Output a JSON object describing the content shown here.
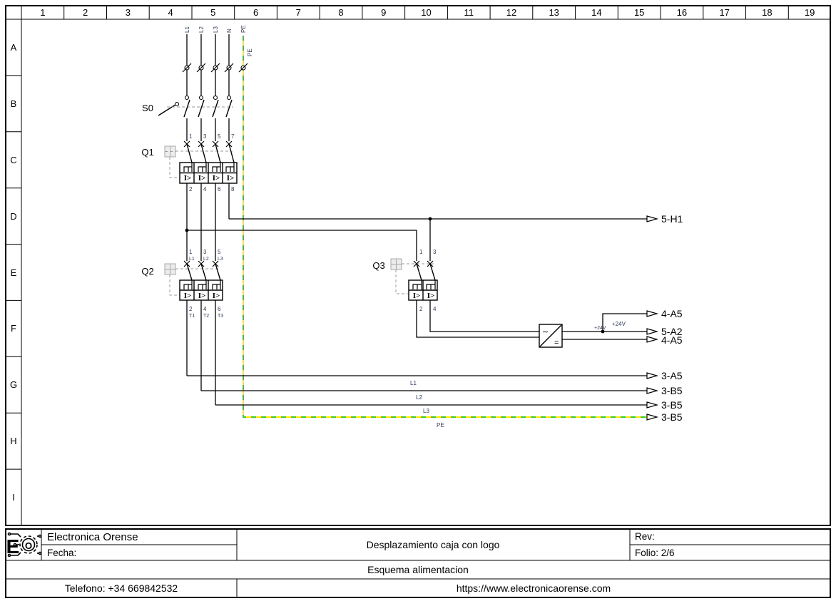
{
  "grid": {
    "columns": [
      "1",
      "2",
      "3",
      "4",
      "5",
      "6",
      "7",
      "8",
      "9",
      "10",
      "11",
      "12",
      "13",
      "14",
      "15",
      "16",
      "17",
      "18",
      "19"
    ],
    "rows": [
      "A",
      "B",
      "C",
      "D",
      "E",
      "F",
      "G",
      "H",
      "I"
    ]
  },
  "incoming": {
    "labels": [
      "L1",
      "L2",
      "L3",
      "N",
      "PE"
    ],
    "pe_conductor_label": "PE"
  },
  "components": {
    "s0": {
      "label": "S0"
    },
    "q1": {
      "label": "Q1",
      "trip_symbol": "I>",
      "top_terminals": [
        "1",
        "3",
        "5",
        "7"
      ],
      "bottom_terminals": [
        "2",
        "4",
        "6",
        "8"
      ]
    },
    "q2": {
      "label": "Q2",
      "trip_symbol": "I>",
      "top_terminals": [
        "1",
        "3",
        "5"
      ],
      "top_names": [
        "L1",
        "L2",
        "L3"
      ],
      "bottom_terminals": [
        "2",
        "4",
        "6"
      ],
      "bottom_names": [
        "T1",
        "T2",
        "T3"
      ]
    },
    "q3": {
      "label": "Q3",
      "trip_symbol": "I>",
      "top_terminals": [
        "1",
        "3"
      ],
      "bottom_terminals": [
        "2",
        "4"
      ]
    },
    "psu": {
      "ac": "∼",
      "dc": "="
    }
  },
  "outputs": {
    "v24_a": "+24V",
    "v24_b": "+24V"
  },
  "conductors": {
    "l1": "L1",
    "l2": "L2",
    "l3": "L3",
    "pe": "PE"
  },
  "links": [
    {
      "label": "5-H1"
    },
    {
      "label": "4-A5"
    },
    {
      "label": "5-A2"
    },
    {
      "label": "4-A5"
    },
    {
      "label": "3-A5"
    },
    {
      "label": "3-B5"
    },
    {
      "label": "3-B5"
    },
    {
      "label": "3-B5"
    }
  ],
  "title_block": {
    "company": "Electronica Orense",
    "date_label": "Fecha:",
    "description": "Desplazamiento caja con logo",
    "rev_label": "Rev:",
    "folio_label": "Folio: 2/6",
    "sheet_title": "Esquema alimentacion",
    "phone": "Telefono: +34 669842532",
    "website": "https://www.electronicaorense.com",
    "logo_letter_e": "E",
    "logo_letter_o": "O"
  },
  "colors": {
    "wire": "#000000",
    "pe_yellow": "#ffe600",
    "pe_green": "#2fcc2f",
    "small_text_navy": "#2e3a59",
    "mechanical_grey": "#9a9a9a"
  }
}
